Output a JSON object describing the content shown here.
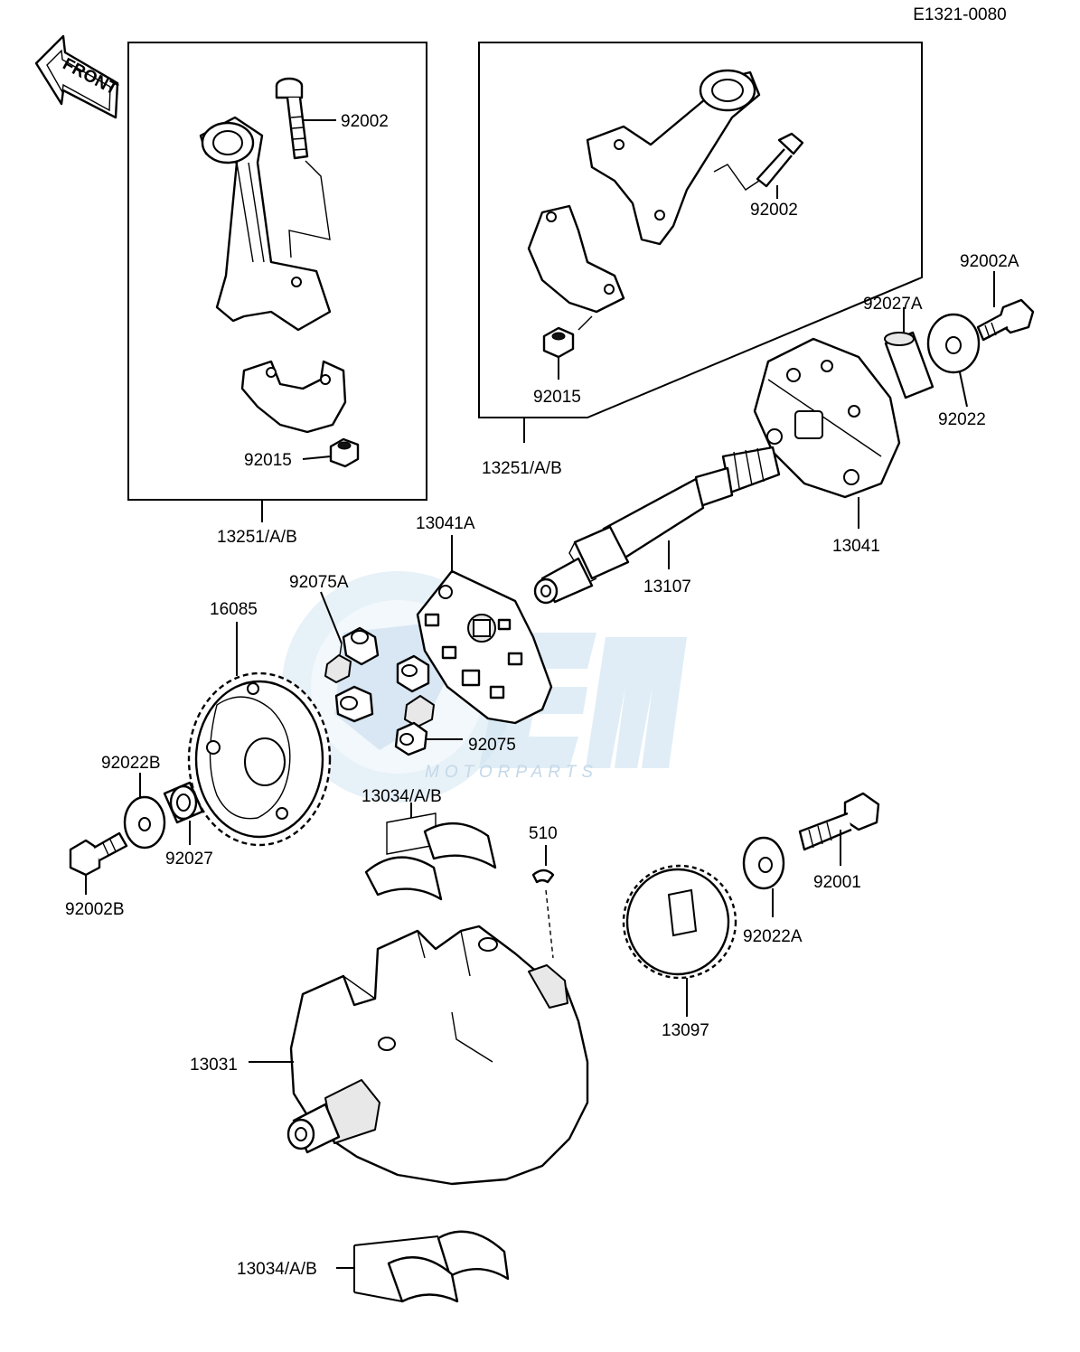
{
  "diagram_code": "E1321-0080",
  "front_label": "FRONT",
  "watermark": {
    "main": "OEM",
    "sub": "MOTORPARTS"
  },
  "labels": {
    "p92002_left": "92002",
    "p92015_left": "92015",
    "p13251_left": "13251/A/B",
    "p92002_right": "92002",
    "p92015_right": "92015",
    "p13251_right": "13251/A/B",
    "p92002A": "92002A",
    "p92027A": "92027A",
    "p92022": "92022",
    "p13041": "13041",
    "p13107": "13107",
    "p13041A": "13041A",
    "p92075A": "92075A",
    "p92075": "92075",
    "p16085": "16085",
    "p92022B": "92022B",
    "p92027": "92027",
    "p92002B": "92002B",
    "p13034_top": "13034/A/B",
    "p510": "510",
    "p92001": "92001",
    "p92022A": "92022A",
    "p13097": "13097",
    "p13031": "13031",
    "p13034_bottom": "13034/A/B"
  }
}
